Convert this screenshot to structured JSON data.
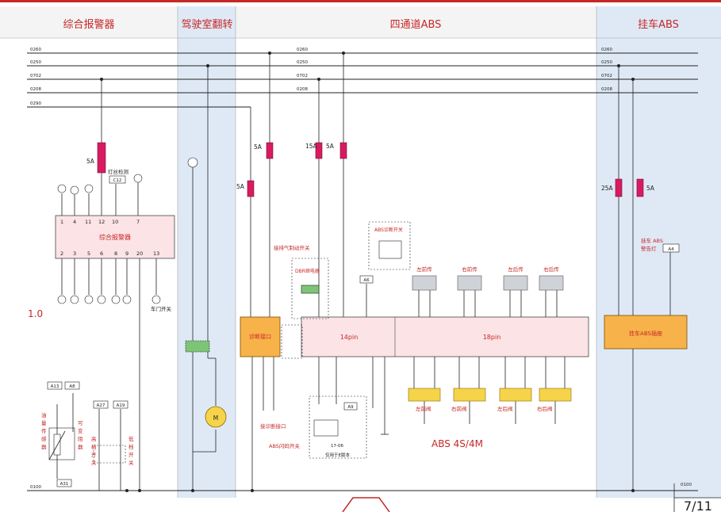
{
  "sections": {
    "s1": "综合报警器",
    "s2": "驾驶室翻转",
    "s3": "四通道ABS",
    "s4": "挂车ABS"
  },
  "buses": [
    "0260",
    "0250",
    "0702",
    "0208",
    "0290"
  ],
  "bus_bottom": "0100",
  "page": "7/11",
  "labels": {
    "alarm_box": "综合报警器",
    "diag_box": "诊断接口",
    "abs14": "14pin",
    "abs18": "18pin",
    "trailer_box": "挂车ABS插座",
    "trailer_lamp_1": "挂车 ABS",
    "trailer_lamp_2": "警告灯",
    "exhaust_switch": "接排气制动开关",
    "dbr": "DBR继电器",
    "abs_diag_switch": "ABS诊断开关",
    "diag_port": "接诊断接口",
    "flash_switch": "ABS闪码开关",
    "e_only": "仅用于E版本",
    "abs_model": "ABS 4S/4M",
    "door": "车门开关",
    "wire_10": "1.0",
    "oil_1": "油",
    "oil_2": "量",
    "oil_3": "传",
    "oil_4": "感",
    "oil_5": "器",
    "var_1": "可",
    "var_2": "变",
    "var_3": "阻",
    "var_4": "器",
    "hi_1": "高",
    "hi_2": "档",
    "hi_3": "开",
    "hi_4": "关",
    "lo_1": "低",
    "lo_2": "档",
    "lo_3": "开",
    "lo_4": "关",
    "lamp_check": "灯丝检测",
    "sensors": [
      "左前传",
      "右前传",
      "左后传",
      "右后传"
    ],
    "valves": [
      "左前阀",
      "右前阀",
      "左后阀",
      "右后阀"
    ]
  },
  "fuses": [
    "5A",
    "5A",
    "5A",
    "15A",
    "5A",
    "25A",
    "5A"
  ],
  "connectors": [
    "C12",
    "A6",
    "A9",
    "A4",
    "A13",
    "A8",
    "A27",
    "A19",
    "A31",
    "17-06"
  ],
  "alarm_top_pins": [
    "1",
    "4",
    "11",
    "12",
    "10",
    "7"
  ],
  "alarm_bottom_pins": [
    "2",
    "3",
    "5",
    "6",
    "8",
    "9",
    "20",
    "13"
  ]
}
